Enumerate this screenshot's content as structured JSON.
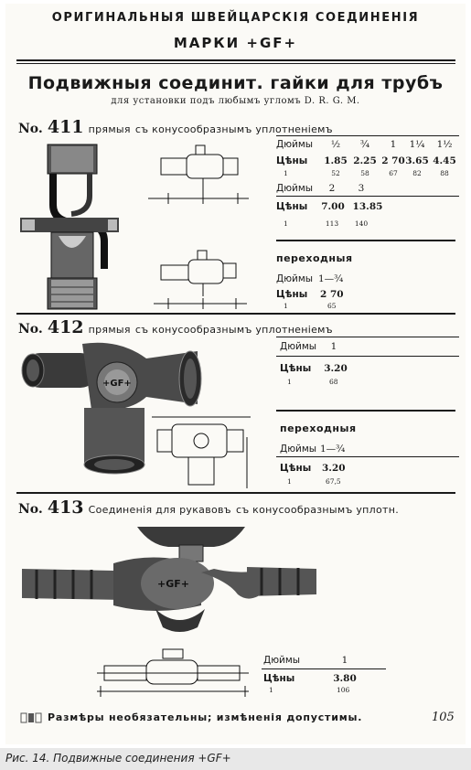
{
  "header": {
    "line1": "ОРИГИНАЛЬНЫЯ ШВЕЙЦАРСКIЯ СОЕДИНЕНIЯ",
    "line2": "МАРКИ +GF+"
  },
  "title": "Подвижныя соединит. гайки для трубъ",
  "subtitle": "для установки подъ любымъ угломъ D. R. G. M.",
  "sections": [
    {
      "no_prefix": "No.",
      "no": "411",
      "title_bold": "прямыя",
      "title_rest": "съ конусообразнымъ уплотненiемъ",
      "table1": {
        "label_inches": "Дюймы",
        "label_prices": "Цѣны",
        "inches": [
          "½",
          "¾",
          "1",
          "1¼",
          "1½"
        ],
        "prices": [
          "1.85",
          "2.25",
          "2 70",
          "3.65",
          "4.45"
        ],
        "row_label_small": "1",
        "small": [
          "52",
          "58",
          "67",
          "82",
          "88"
        ]
      },
      "table2": {
        "label_inches": "Дюймы",
        "label_prices": "Цѣны",
        "inches": [
          "2",
          "3"
        ],
        "prices": [
          "7.00",
          "13.85"
        ],
        "row_label_small": "1",
        "small": [
          "113",
          "140"
        ]
      },
      "transition": {
        "title": "переходныя",
        "label_inches": "Дюймы",
        "label_prices": "Цѣны",
        "inches": "1—¾",
        "price": "2 70",
        "row_label_small": "1",
        "small": "65"
      }
    },
    {
      "no_prefix": "No.",
      "no": "412",
      "title_bold": "прямыя",
      "title_rest": "съ конусообразнымъ уплотненiемъ",
      "table1": {
        "label_inches": "Дюймы",
        "label_prices": "Цѣны",
        "inches": "1",
        "price": "3.20",
        "row_label_small": "1",
        "small": "68"
      },
      "transition": {
        "title": "переходныя",
        "label_inches": "Дюймы",
        "label_prices": "Цѣны",
        "inches": "1—¾",
        "price": "3.20",
        "row_label_small": "1",
        "small": "67,5"
      }
    },
    {
      "no_prefix": "No.",
      "no": "413",
      "title_bold": "Соединенiя для рукавовъ",
      "title_rest": "съ конусообразнымъ уплотн.",
      "table1": {
        "label_inches": "Дюймы",
        "label_prices": "Цѣны",
        "inches": "1",
        "price": "3.80",
        "row_label_small": "1",
        "small": "106"
      }
    }
  ],
  "footer": {
    "text": "Размѣры необязательны; измѣненiя допустимы.",
    "page": "105"
  },
  "caption": "Рис. 14. Подвижные соединения +GF+",
  "logo_text": "+GF+",
  "colors": {
    "ink": "#1a1a1a",
    "paper": "#fbfaf6",
    "caption_bg": "#e8e8e8"
  }
}
